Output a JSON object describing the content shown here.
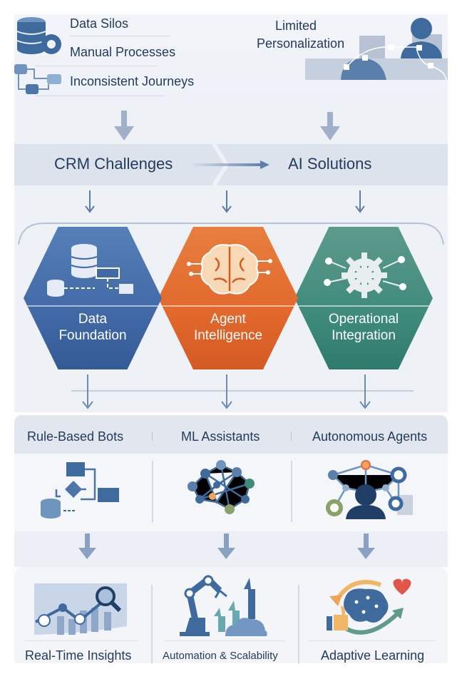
{
  "challenges": {
    "items": [
      "Data Silos",
      "Manual Processes",
      "Inconsistent Journeys"
    ],
    "personalization": "Limited\nPersonalization",
    "personalization_lines": [
      "Limited",
      "Personalization"
    ]
  },
  "transition": {
    "from": "CRM Challenges",
    "to": "AI Solutions"
  },
  "pillars": [
    {
      "lines": [
        "Data",
        "Foundation"
      ],
      "color": "#4169a6",
      "icon": "database-flow-icon"
    },
    {
      "lines": [
        "Agent",
        "Intelligence"
      ],
      "color": "#e2682c",
      "icon": "brain-circuit-icon"
    },
    {
      "lines": [
        "Operational",
        "Integration"
      ],
      "color": "#3f8b7c",
      "icon": "gear-network-icon"
    }
  ],
  "agent_types": [
    {
      "label": "Rule-Based Bots",
      "icon": "flowchart-icon"
    },
    {
      "label": "ML Assistants",
      "icon": "neural-network-icon"
    },
    {
      "label": "Autonomous Agents",
      "icon": "agent-network-icon"
    }
  ],
  "benefits": [
    {
      "label": "Real-Time Insights",
      "icon": "chart-magnifier-icon"
    },
    {
      "label": "Automation & Scalability",
      "icon": "robot-arm-icon"
    },
    {
      "label": "Adaptive Learning",
      "icon": "brain-cycle-icon"
    }
  ]
}
